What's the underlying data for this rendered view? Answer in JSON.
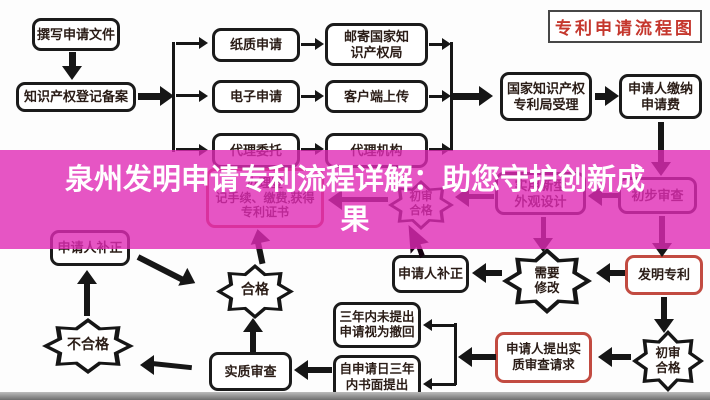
{
  "title_box": {
    "label": "专利申请流程图"
  },
  "banner": {
    "headline_line1": "泉州发明申请专利流程详解：助您守护创新成",
    "headline_line2": "果",
    "bg_color": "#e02ab5",
    "text_color": "#ffffff"
  },
  "colors": {
    "ink": "#161616",
    "red_box_border": "#c24b41",
    "title_red": "#c5372d"
  },
  "nodes": {
    "write_application": "撰写申请文件",
    "ipr_registration": "知识产权登记备案",
    "paper_application": "纸质申请",
    "electronic_application": "电子申请",
    "agency_commission": "代理委托",
    "mail_cnipa": "邮寄国家知\n识产权局",
    "client_upload": "客户端上传",
    "agency_org": "代理机构",
    "cnipa_acceptance": "国家知识产权\n专利局受理",
    "pay_fee": "申请人缴纳\n申请费",
    "preliminary_exam": "初步审查",
    "utility_design": "实用新型\n外观设计",
    "prelim_pass_left": "初审\n合格",
    "grant_certificate": "办理登\n记手续、缴费,获得\n专利证书",
    "applicant_correction_left": "申请人补正",
    "pass": "合格",
    "substantive_exam": "实质审查",
    "fail": "不合格",
    "deemed_withdrawn": "三年内未提出\n申请视为撤回",
    "written_request_3y": "自申请日三年\n内书面提出",
    "applicant_correction_right": "申请人补正",
    "need_modify": "需要\n修改",
    "invention_patent": "发明专利",
    "prelim_pass_right": "初审\n合格",
    "request_substantive": "申请人提出实\n质审查请求"
  }
}
